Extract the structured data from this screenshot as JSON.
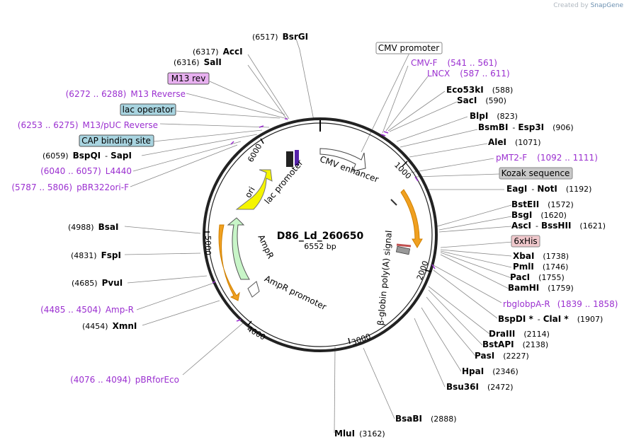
{
  "credit": {
    "prefix": "Created by",
    "brand": "SnapGene"
  },
  "plasmid": {
    "name": "D86_Ld_260650",
    "size_label": "6552 bp"
  },
  "ticks": [
    "1000",
    "2000",
    "3000",
    "4000",
    "5000",
    "6000"
  ],
  "features": {
    "cmv_enhancer": "CMV enhancer",
    "beta_globin": "β-globin poly(A) signal",
    "amp_promoter": "AmpR promoter",
    "ampr": "AmpR",
    "ori": "ori",
    "lac_promoter": "lac promoter"
  },
  "enzymes_left": [
    {
      "pos": "(6517)",
      "name": "BsrGI"
    },
    {
      "pos": "(6317)",
      "name": "AccI"
    },
    {
      "pos": "(6316)",
      "name": "SalI"
    },
    {
      "pos": "(6059)",
      "name": "BspQI",
      "name2": "SapI"
    },
    {
      "pos": "(4988)",
      "name": "BsaI"
    },
    {
      "pos": "(4831)",
      "name": "FspI"
    },
    {
      "pos": "(4685)",
      "name": "PvuI"
    },
    {
      "pos": "(4454)",
      "name": "XmnI"
    },
    {
      "pos": "(3162)",
      "name": "MluI"
    }
  ],
  "enzymes_right": [
    {
      "name": "Eco53kI",
      "pos": "(588)"
    },
    {
      "name": "SacI",
      "pos": "(590)"
    },
    {
      "name": "BlpI",
      "pos": "(823)"
    },
    {
      "name": "BsmBI",
      "name2": "Esp3I",
      "pos": "(906)"
    },
    {
      "name": "AleI",
      "pos": "(1071)"
    },
    {
      "name": "EagI",
      "name2": "NotI",
      "pos": "(1192)"
    },
    {
      "name": "BstEII",
      "pos": "(1572)"
    },
    {
      "name": "BsgI",
      "pos": "(1620)"
    },
    {
      "name": "AscI",
      "name2": "BssHII",
      "pos": "(1621)"
    },
    {
      "name": "XbaI",
      "pos": "(1738)"
    },
    {
      "name": "PmlI",
      "pos": "(1746)"
    },
    {
      "name": "PacI",
      "pos": "(1755)"
    },
    {
      "name": "BamHI",
      "pos": "(1759)"
    },
    {
      "name": "BspDI *",
      "name2": "ClaI *",
      "pos": "(1907)"
    },
    {
      "name": "DraIII",
      "pos": "(2114)"
    },
    {
      "name": "BstAPI",
      "pos": "(2138)"
    },
    {
      "name": "PasI",
      "pos": "(2227)"
    },
    {
      "name": "HpaI",
      "pos": "(2346)"
    },
    {
      "name": "Bsu36I",
      "pos": "(2472)"
    },
    {
      "name": "BsaBI",
      "pos": "(2888)"
    }
  ],
  "primers_left": [
    {
      "range": "(6272 .. 6288)",
      "name": "M13 Reverse"
    },
    {
      "range": "(6253 .. 6275)",
      "name": "M13/pUC Reverse"
    },
    {
      "range": "(6040 .. 6057)",
      "name": "L4440"
    },
    {
      "range": "(5787 .. 5806)",
      "name": "pBR322ori-F"
    },
    {
      "range": "(4485 .. 4504)",
      "name": "Amp-R"
    },
    {
      "range": "(4076 .. 4094)",
      "name": "pBRforEco"
    }
  ],
  "primers_right": [
    {
      "name": "CMV-F",
      "range": "(541 .. 561)"
    },
    {
      "name": "LNCX",
      "range": "(587 .. 611)"
    },
    {
      "name": "pMT2-F",
      "range": "(1092 .. 1111)"
    },
    {
      "name": "rbglobpA-R",
      "range": "(1839 .. 1858)"
    }
  ],
  "boxed_labels": {
    "cmv_promoter": "CMV promoter",
    "m13_rev": "M13 rev",
    "lac_operator": "lac operator",
    "cap_site": "CAP binding site",
    "kozak": "Kozak sequence",
    "his": "6xHis"
  },
  "colors": {
    "primer": "#9b30d0",
    "lac_operator_fill": "#a8d4e0",
    "cap_fill": "#a8d4e0",
    "m13_fill": "#e8b0f0",
    "kozak_fill": "#c8c8c8",
    "his_fill": "#f0c8cc",
    "ori_fill": "#f5f500",
    "ampr_fill": "#c8f5c8",
    "orange": "#f0a020"
  }
}
